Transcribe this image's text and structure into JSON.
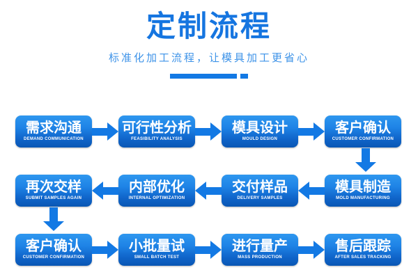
{
  "header": {
    "title": "定制流程",
    "subtitle": "标准化加工流程，让模具加工更省心",
    "title_color": "#1575e0",
    "subtitle_color": "#3e93e8",
    "divider_color": "#1379e4"
  },
  "theme": {
    "background": "#ffffff",
    "node_gradient_top": "#2e97ef",
    "node_gradient_bottom": "#0a57b4",
    "arrow_color": "#1379e4",
    "node_text_color": "#ffffff"
  },
  "flow": {
    "rows": [
      {
        "direction": "left-to-right",
        "nodes": [
          {
            "cn": "需求沟通",
            "en": "DEMAND COMMUNICATION"
          },
          {
            "cn": "可行性分析",
            "en": "FEASIBILITY ANALYSIS"
          },
          {
            "cn": "模具设计",
            "en": "MOULD DESIGN"
          },
          {
            "cn": "客户确认",
            "en": "CUSTOMER CONFIRMATION"
          }
        ]
      },
      {
        "direction": "right-to-left",
        "nodes": [
          {
            "cn": "再次交样",
            "en": "SUBMIT SAMPLES AGAIN"
          },
          {
            "cn": "内部优化",
            "en": "INTERNAL OPTIMIZATION"
          },
          {
            "cn": "交付样品",
            "en": "DELIVERY SAMPLES"
          },
          {
            "cn": "模具制造",
            "en": "MOLD MANUFACTURING"
          }
        ]
      },
      {
        "direction": "left-to-right",
        "nodes": [
          {
            "cn": "客户确认",
            "en": "CUSTOMER CONFIRMATION"
          },
          {
            "cn": "小批量试",
            "en": "SMALL BATCH TEST"
          },
          {
            "cn": "进行量产",
            "en": "MASS PRODUCTION"
          },
          {
            "cn": "售后跟踪",
            "en": "AFTER SALES TRACKING"
          }
        ]
      }
    ],
    "connectors": [
      {
        "name": "row1-to-row2-down-arrow",
        "icon": "arrow-down-icon"
      },
      {
        "name": "row2-to-row3-down-arrow",
        "icon": "arrow-down-icon"
      }
    ]
  }
}
